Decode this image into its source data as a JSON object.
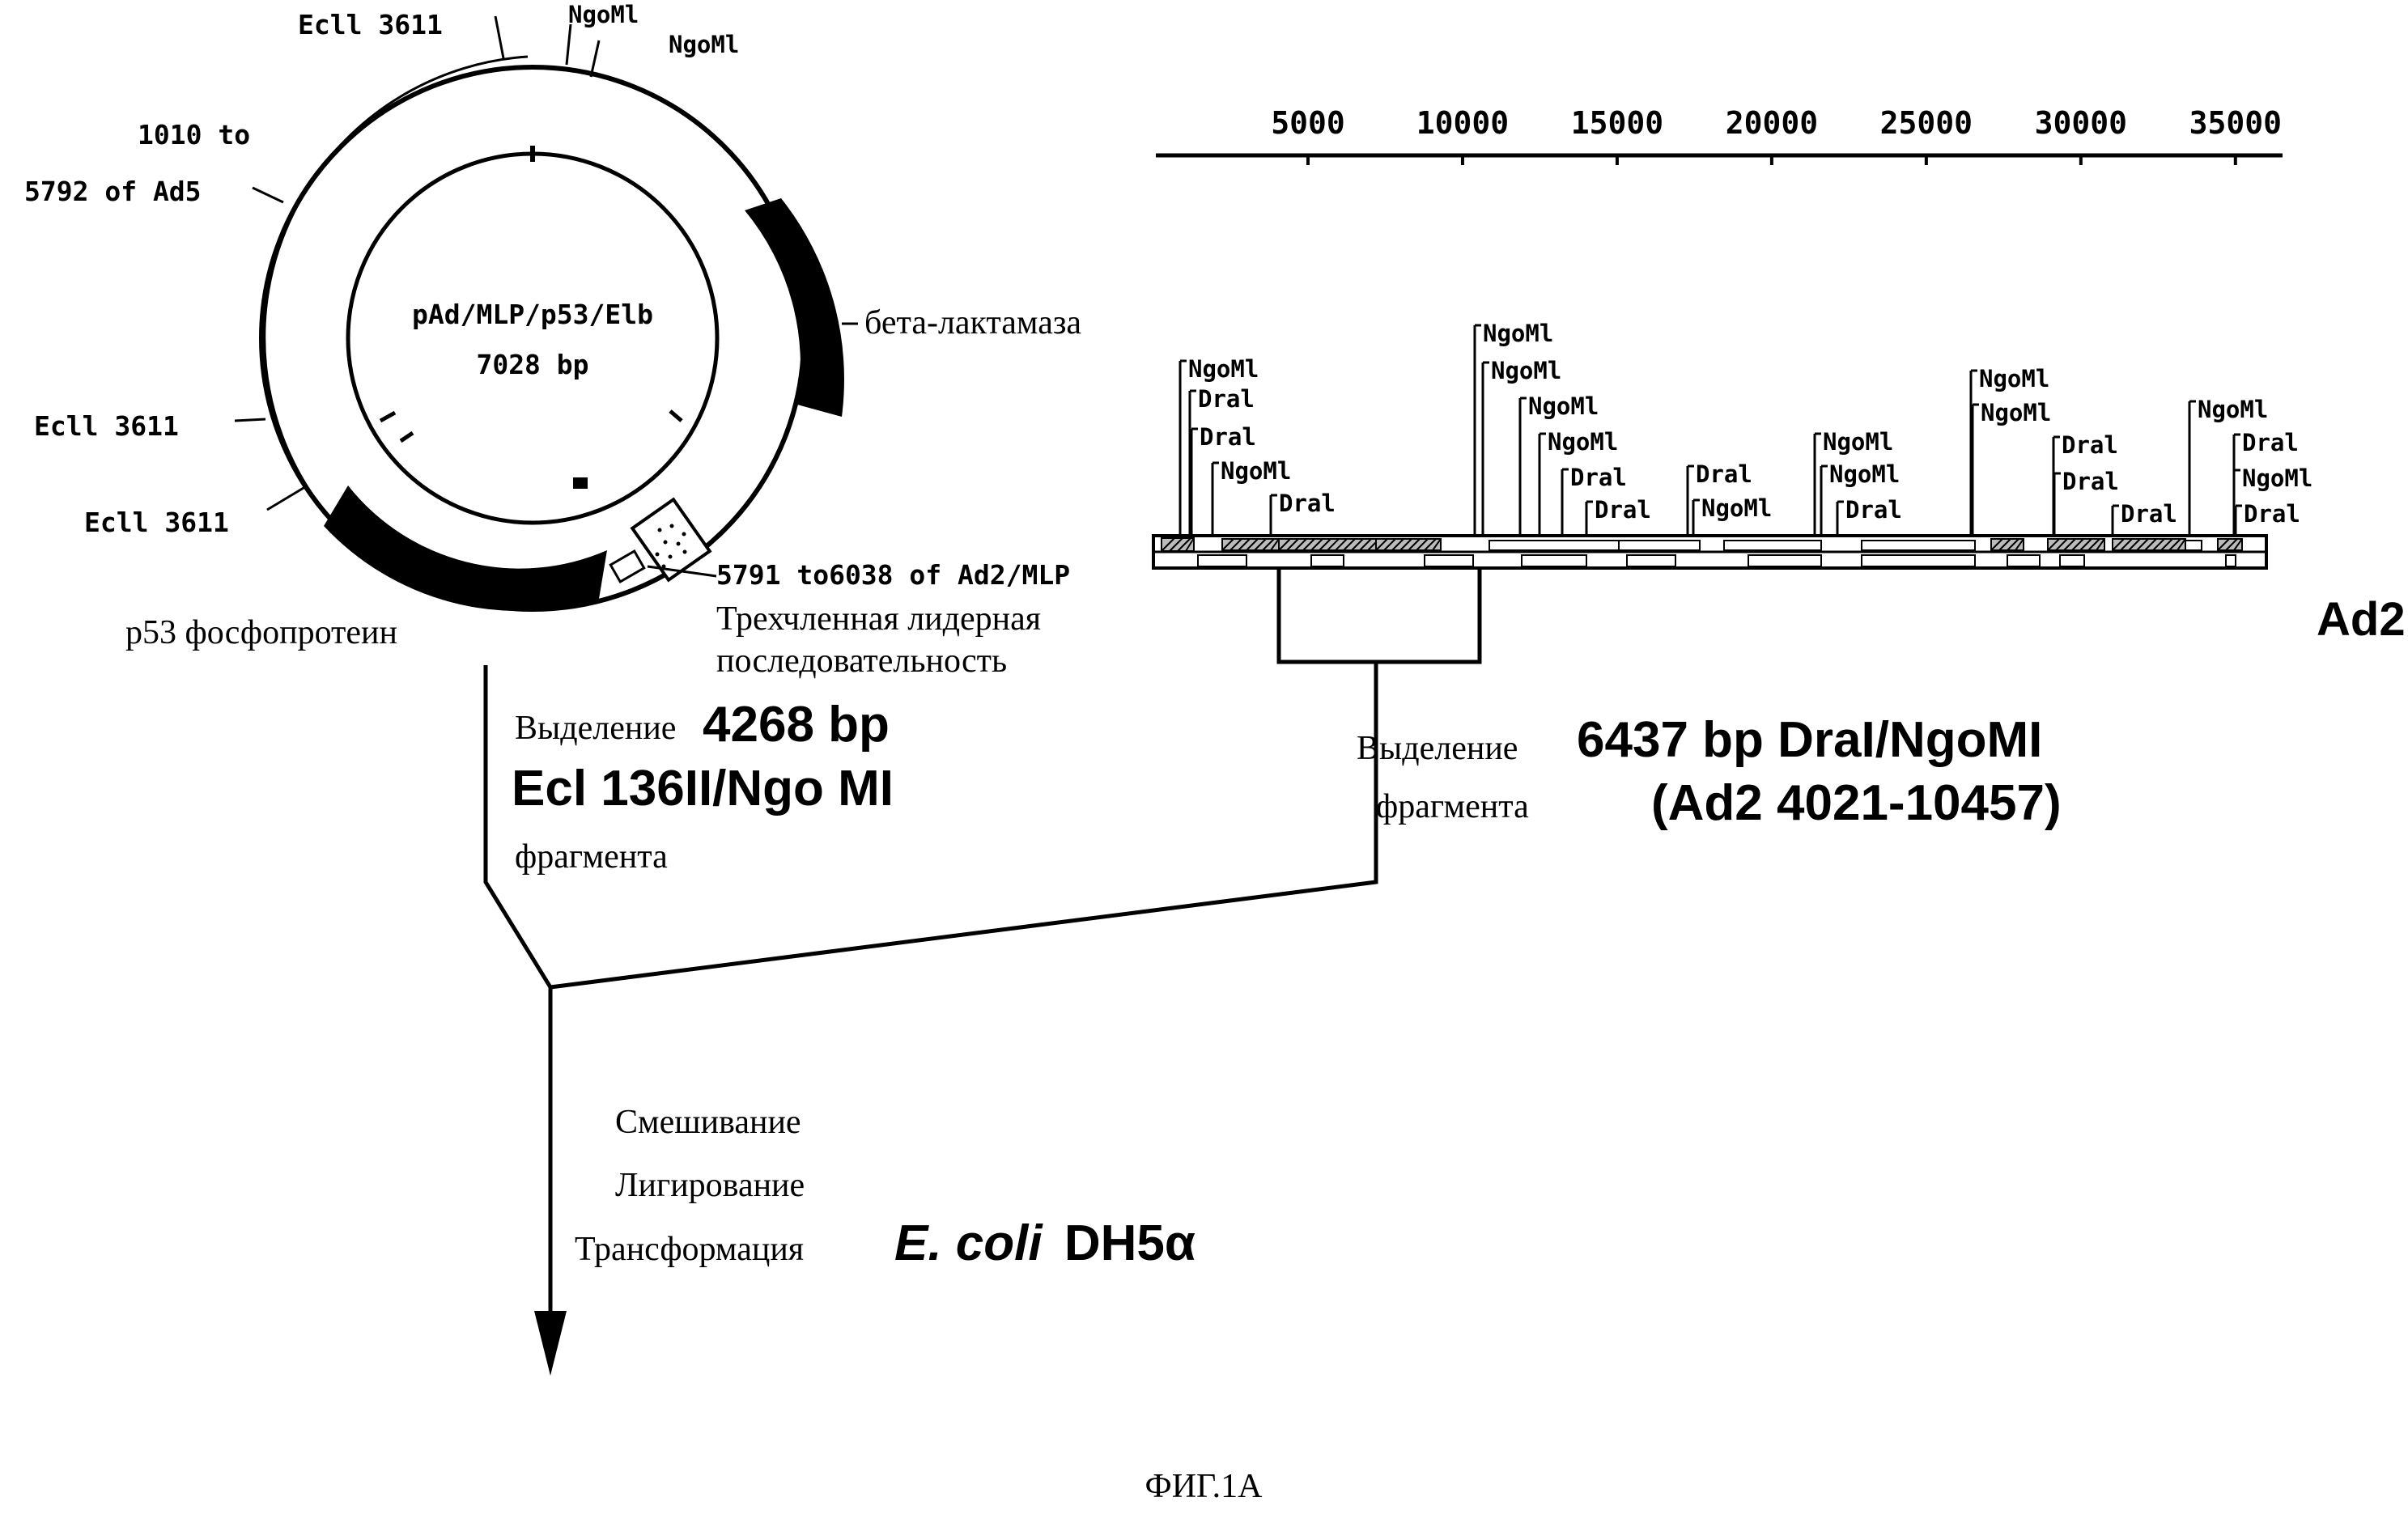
{
  "plasmid": {
    "name": "pAd/MLP/p53/Elb",
    "size": "7028 bp",
    "labels": {
      "ecl_top": "Ecll 3611",
      "ngom_a": "NgoMl",
      "ngom_b": "NgoMl",
      "ad5_line1": "1010 to",
      "ad5_line2": "5792 of Ad5",
      "ecl_mid": "Ecll 3611",
      "ecl_low": "Ecll 3611",
      "p53": "p53 фосфопротеин",
      "beta": "бета-лактамаза",
      "mlp_line1": "5791 to6038 of Ad2/MLP",
      "mlp_line2": "Трехчленная лидерная",
      "mlp_line3": "последовательность"
    }
  },
  "genome": {
    "name": "Ad2",
    "axis_ticks": [
      "5000",
      "10000",
      "15000",
      "20000",
      "25000",
      "30000",
      "35000"
    ],
    "sites": [
      "NgoMl",
      "Dral",
      "Dral",
      "NgoMl",
      "Dral",
      "NgoMl",
      "NgoMl",
      "NgoMl",
      "NgoMl",
      "Dral",
      "Dral",
      "Dral",
      "NgoMl",
      "NgoMl",
      "NgoMl",
      "Dral",
      "NgoMl",
      "NgoMl",
      "Dral",
      "Dral",
      "Dral",
      "NgoMl",
      "Dral",
      "NgoMl",
      "Dral"
    ]
  },
  "steps": {
    "left_isolation_prefix": "Выделение",
    "left_isolation_size": "4268 bp",
    "left_isolation_enzymes": "Ecl 136II/Ngo MI",
    "left_isolation_suffix": "фрагмента",
    "right_isolation_prefix": "Выделение",
    "right_isolation_suffix": "фрагмента",
    "right_isolation_size": "6437 bp DraI/NgoMI",
    "right_isolation_range": "(Ad2 4021-10457)",
    "mixing": "Смешивание",
    "ligation": "Лигирование",
    "transformation": "Трансформация",
    "host_species": "E. coli",
    "host_strain": "DH5α"
  },
  "figure_caption": "ФИГ.1А"
}
